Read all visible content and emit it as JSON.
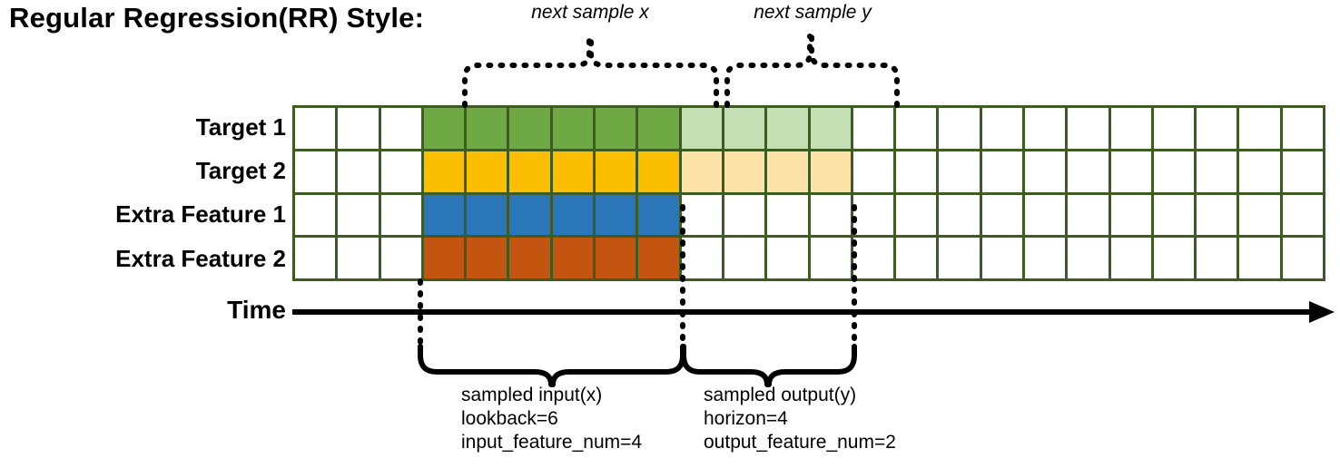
{
  "title": "Regular Regression(RR) Style:",
  "rows": [
    {
      "label": "Target 1",
      "name": "target-1"
    },
    {
      "label": "Target 2",
      "name": "target-2"
    },
    {
      "label": "Extra Feature 1",
      "name": "extra-feature-1"
    },
    {
      "label": "Extra Feature 2",
      "name": "extra-feature-2"
    }
  ],
  "grid": {
    "columns": 24,
    "rows": 4,
    "border_color": "#3d5c22",
    "empty_color": "#ffffff",
    "input_start_col": 4,
    "input_end_col": 9,
    "output_start_col": 10,
    "output_end_col": 13,
    "row_fills": [
      {
        "row": "Target 1",
        "input": "#6fa943",
        "output": "#c5e0b4"
      },
      {
        "row": "Target 2",
        "input": "#fbbf00",
        "output": "#fde3a7"
      },
      {
        "row": "Extra Feature 1",
        "input": "#2b76b9",
        "output": "#ffffff"
      },
      {
        "row": "Extra Feature 2",
        "input": "#c45511",
        "output": "#ffffff"
      }
    ]
  },
  "time_axis": {
    "label": "Time"
  },
  "top_annotations": [
    {
      "text": "next sample x",
      "name": "next-sample-x"
    },
    {
      "text": "next sample y",
      "name": "next-sample-y"
    }
  ],
  "bottom_annotations": [
    {
      "name": "sampled-input",
      "lines": [
        "sampled input(x)",
        "lookback=6",
        "input_feature_num=4"
      ]
    },
    {
      "name": "sampled-output",
      "lines": [
        "sampled output(y)",
        "horizon=4",
        "output_feature_num=2"
      ]
    }
  ]
}
